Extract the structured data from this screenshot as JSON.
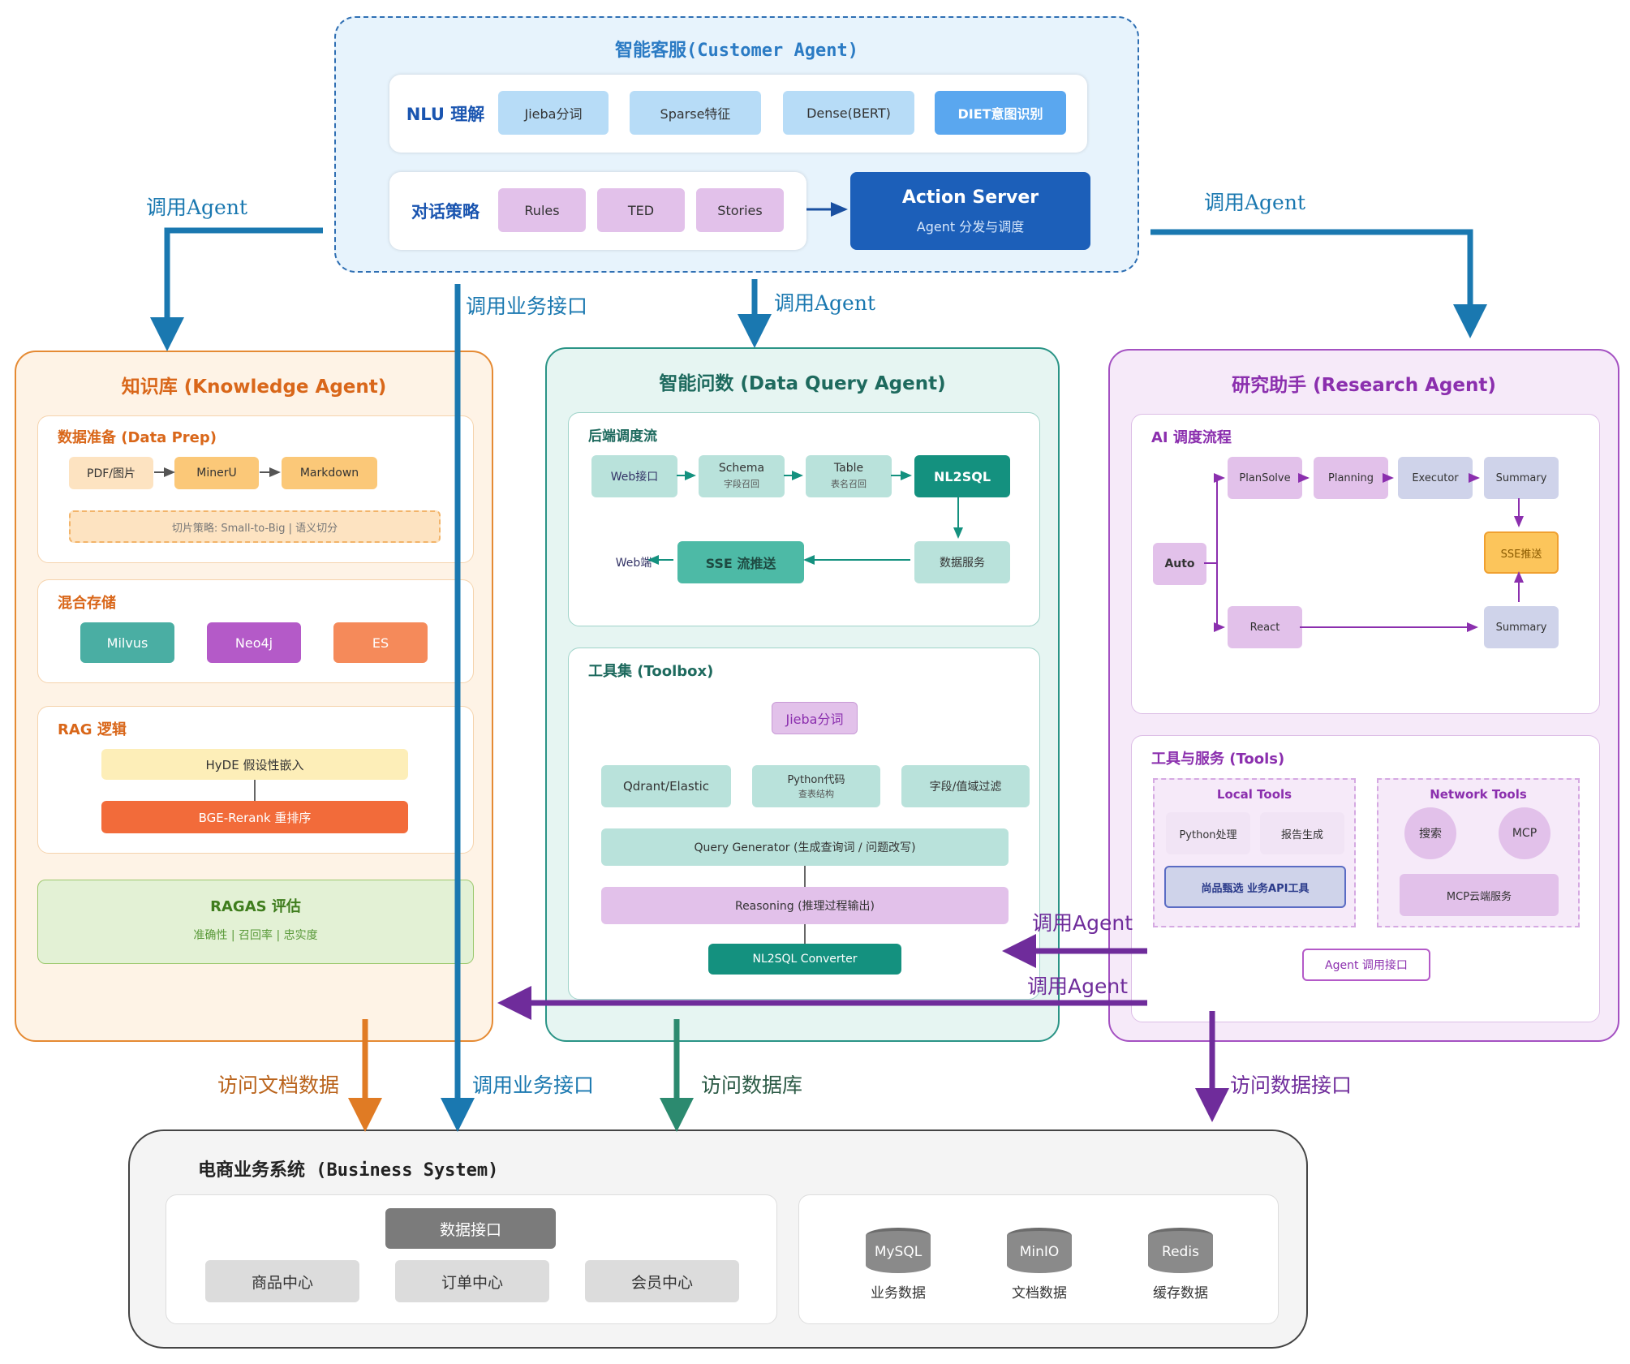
{
  "colors": {
    "cs_bg": "#e7f3fc",
    "cs_border": "#2f6fb3",
    "nlu_chip": "#b7dcf7",
    "diet": "#5aa7ef",
    "policy_chip": "#e2c1ea",
    "action": "#1c5fb9",
    "ka_bg": "#fef3e6",
    "ka_border": "#e58a33",
    "ka_title": "#d9671a",
    "dq_bg": "#e6f5f2",
    "dq_border": "#2a9486",
    "dq_title": "#1e6a5e",
    "dq_chip": "#b9e2db",
    "dq_dark": "#14917f",
    "ra_bg": "#f6eaf9",
    "ra_border": "#a451c2",
    "ra_title": "#8b2fae",
    "blue_arrow": "#1a78b0",
    "orange_arrow": "#e07b24",
    "green_arrow": "#2c8a6f",
    "purple_arrow": "#6f2c9b",
    "biz_border": "#444444",
    "biz_chip": "#dcdcdc",
    "biz_dark": "#7b7b7b"
  },
  "customer_service": {
    "title": "智能客服(Customer Agent)",
    "nlu_label": "NLU 理解",
    "nlu_items": [
      "Jieba分词",
      "Sparse特征",
      "Dense(BERT)",
      "DIET意图识别"
    ],
    "policy_label": "对话策略",
    "policy_items": [
      "Rules",
      "TED",
      "Stories"
    ],
    "action_title": "Action Server",
    "action_sub": "Agent 分发与调度"
  },
  "knowledge": {
    "title": "知识库 (Knowledge Agent)",
    "prep_title": "数据准备 (Data Prep)",
    "prep_items": [
      "PDF/图片",
      "MinerU",
      "Markdown"
    ],
    "prep_note": "切片策略: Small-to-Big | 语义切分",
    "storage_title": "混合存储",
    "storage_items": [
      "Milvus",
      "Neo4j",
      "ES"
    ],
    "rag_title": "RAG 逻辑",
    "rag_items": [
      "HyDE 假设性嵌入",
      "BGE-Rerank 重排序"
    ],
    "ragas_title": "RAGAS 评估",
    "ragas_sub": "准确性 | 召回率 | 忠实度"
  },
  "data_query": {
    "title": "智能问数 (Data Query Agent)",
    "flow_title": "后端调度流",
    "flow_items": {
      "web_api": "Web接口",
      "schema": "Schema",
      "schema_sub": "字段召回",
      "table": "Table",
      "table_sub": "表名召回",
      "nl2sql": "NL2SQL",
      "data_service": "数据服务",
      "sse": "SSE 流推送",
      "web_end": "Web端"
    },
    "toolbox_title": "工具集 (Toolbox)",
    "toolbox": {
      "jieba": "Jieba分词",
      "qdrant": "Qdrant/Elastic",
      "python": "Python代码",
      "python_sub": "查表结构",
      "field": "字段/值域过滤",
      "query_gen": "Query Generator (生成查询词 / 问题改写)",
      "reasoning": "Reasoning (推理过程输出)",
      "converter": "NL2SQL Converter"
    }
  },
  "research": {
    "title": "研究助手 (Research Agent)",
    "flow_title": "AI 调度流程",
    "flow": {
      "auto": "Auto",
      "plan_solve": "PlanSolve",
      "planning": "Planning",
      "executor": "Executor",
      "summary_top": "Summary",
      "sse": "SSE推送",
      "react": "React",
      "summary_bottom": "Summary"
    },
    "tools_title": "工具与服务 (Tools)",
    "local_title": "Local Tools",
    "local_items": [
      "Python处理",
      "报告生成"
    ],
    "local_api": "尚品甄选 业务API工具",
    "network_title": "Network Tools",
    "network_items": [
      "搜索",
      "MCP"
    ],
    "network_cloud": "MCP云端服务",
    "agent_api": "Agent 调用接口"
  },
  "arrows": {
    "call_agent_left": "调用Agent",
    "call_agent_right": "调用Agent",
    "call_agent_mid": "调用Agent",
    "call_business_top": "调用业务接口",
    "call_agent_r2d": "调用Agent",
    "call_agent_r2k": "调用Agent",
    "access_docs": "访问文档数据",
    "call_business_bottom": "调用业务接口",
    "access_db": "访问数据库",
    "access_data_api": "访问数据接口"
  },
  "business": {
    "title": "电商业务系统 (Business System)",
    "api_label": "数据接口",
    "centers": [
      "商品中心",
      "订单中心",
      "会员中心"
    ],
    "stores": [
      {
        "name": "MySQL",
        "caption": "业务数据"
      },
      {
        "name": "MinIO",
        "caption": "文档数据"
      },
      {
        "name": "Redis",
        "caption": "缓存数据"
      }
    ]
  }
}
